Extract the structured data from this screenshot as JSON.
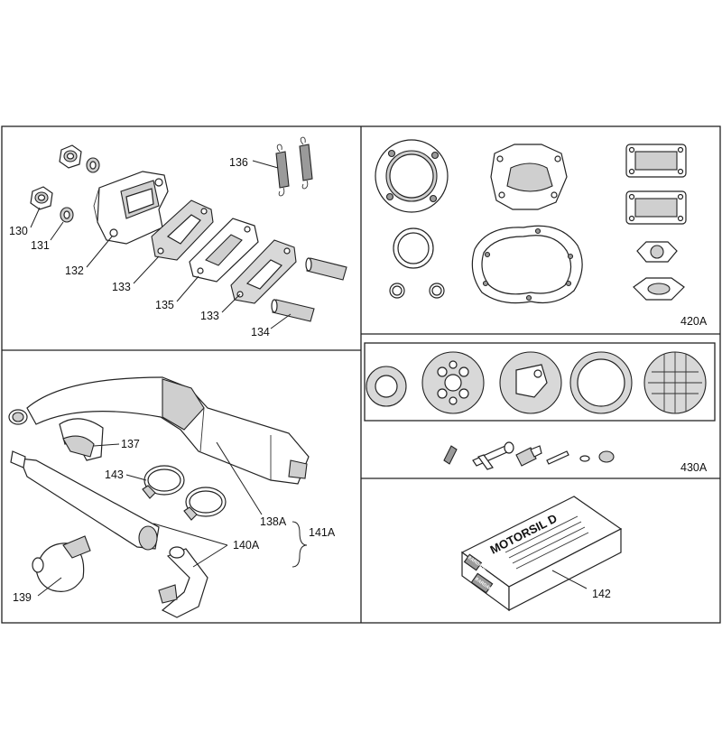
{
  "labels": {
    "p130": "130",
    "p131": "131",
    "p132": "132",
    "p133a": "133",
    "p133b": "133",
    "p134": "134",
    "p135": "135",
    "p136": "136",
    "p137": "137",
    "p138A": "138A",
    "p139": "139",
    "p140A": "140A",
    "p141A": "141A",
    "p142": "142",
    "p143": "143",
    "k420A": "420A",
    "k430A": "430A"
  },
  "product_box": {
    "brand": "MOTORSIL D",
    "side_brand": "BARDAHL",
    "front_brand": "BARDAHL"
  },
  "colors": {
    "line": "#222222",
    "fill_light": "#cfcfcf",
    "fill_dark": "#9a9a9a",
    "background": "#ffffff"
  }
}
